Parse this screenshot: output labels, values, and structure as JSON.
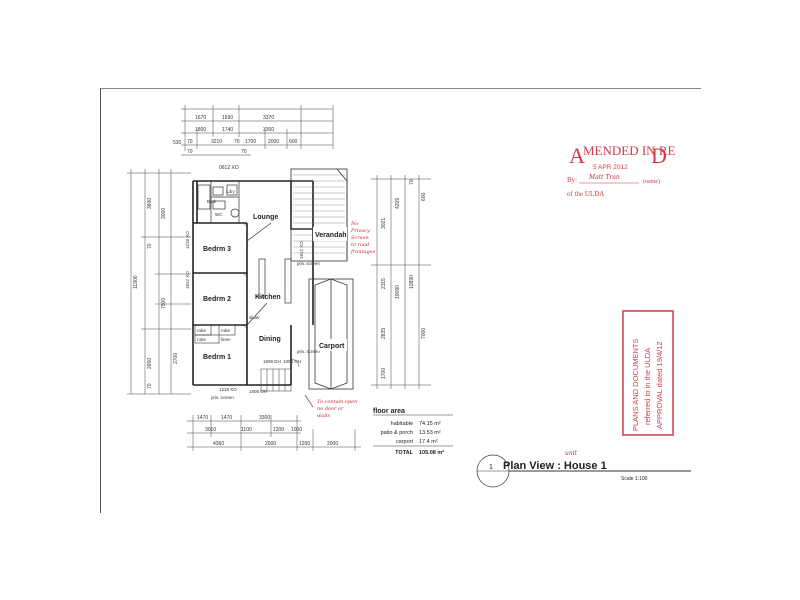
{
  "dimensions": {
    "top_row1": [
      "1670",
      "1690",
      "3370"
    ],
    "top_row2": [
      "1800",
      "1740",
      "3300"
    ],
    "top_row3": [
      "530",
      "70",
      "3210",
      "70",
      "1700",
      "2000",
      "600"
    ],
    "top_row4": [
      "0612 XO",
      "70",
      "70"
    ],
    "left_outer": "11900",
    "left_row": [
      "3600",
      "2650",
      "70",
      "70"
    ],
    "left_mid": [
      "3000",
      "7500",
      "2700"
    ],
    "right_row": [
      "3021",
      "2115",
      "2835",
      "1700"
    ],
    "right_outer": [
      "4209",
      "10090",
      "10890",
      "7000",
      "600",
      "70"
    ],
    "bottom_row1": [
      "1470",
      "1470",
      "3300"
    ],
    "bottom_row2": [
      "3010",
      "1100",
      "1200",
      "1000"
    ],
    "bottom_row3": [
      "4360",
      "2000",
      "1200",
      "2000"
    ],
    "window_labels": [
      "1218 XO",
      "1808 OH",
      "1808 DH",
      "1808 OH",
      "1812 XO",
      "1812 XO",
      "1218 XO"
    ],
    "screen_labels": [
      "priv. screen",
      "priv. screen",
      "priv. screen"
    ]
  },
  "rooms": {
    "bath": "Bath",
    "ldry": "Ldry",
    "wc": "WC",
    "lounge": "Lounge",
    "verandah": "Verandah",
    "bedrm3": "Bedrm 3",
    "bedrm2": "Bedrm 2",
    "bedrm1": "Bedrm 1",
    "kitchen": "Kitchen",
    "dining": "Dining",
    "carport": "Carport",
    "robe1": "robe",
    "robe2": "robe",
    "robe3": "robe",
    "linen": "linen",
    "slider": "slider"
  },
  "floor_area": {
    "title": "floor area",
    "rows": [
      {
        "label": "habitable",
        "value": "74.15 m²"
      },
      {
        "label": "patio & porch",
        "value": "13.53 m²"
      },
      {
        "label": "carport",
        "value": "17.4 m²"
      }
    ],
    "total_label": "TOTAL",
    "total_value": "105.08 m²"
  },
  "plan_title": {
    "number": "1",
    "text": "Plan View : House 1",
    "scale": "Scale 1:100",
    "annotation": "unit"
  },
  "stamp_amended": {
    "line1_prefix": "A",
    "line1_mid": "MENDED IN RE",
    "line1_suffix": "D",
    "date": "5 APR 2012",
    "by_label": "By:",
    "by_signature": "Matt Tran",
    "name_label": "(name)",
    "org": "of the ULDA"
  },
  "stamp_plans": {
    "lines": [
      "PLANS AND DOCUMENTS",
      "referred to in the ULDA",
      "APPROVAL dated 19/4/12"
    ]
  },
  "notes": {
    "verandah_note": [
      "No",
      "Privacy",
      "Screen",
      "to road",
      "frontages"
    ],
    "bottom_note": [
      "To contain open",
      "no door or",
      "walls"
    ]
  },
  "colors": {
    "red_stamp": "#d23a4a",
    "line": "#333333",
    "hatch": "#555555"
  }
}
